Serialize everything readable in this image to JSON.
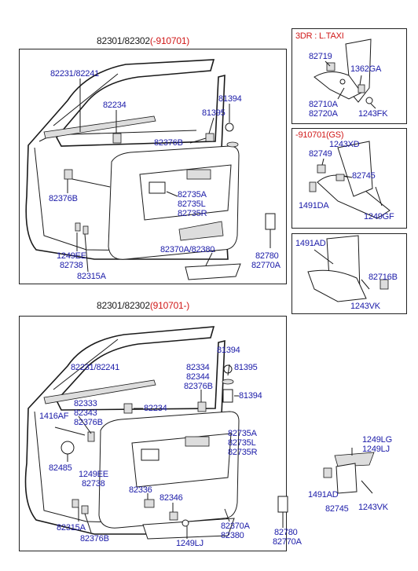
{
  "panel_top": {
    "title_part": "82301/82302",
    "title_note": "(-910701)",
    "labels": {
      "weatherstrip": "82231/82241",
      "clip_a": "82234",
      "fastener_a": "81394",
      "fastener_b": "81395",
      "clip_b": "82376B",
      "clip_c": "82376B",
      "trim_1": "82735A",
      "trim_2": "82735L",
      "trim_3": "82735R",
      "screw_1": "1249EE",
      "screw_2": "82738",
      "screw_3": "82315A",
      "pocket": "82370A/82380",
      "grip_1": "82780",
      "grip_2": "82770A"
    }
  },
  "panel_taxi": {
    "title": "3DR : L.TAXI",
    "labels": {
      "a": "82719",
      "b": "1362GA",
      "c": "82710A",
      "d": "82720A",
      "e": "1243FK"
    }
  },
  "panel_gs": {
    "title": "-910701(GS)",
    "labels": {
      "a": "1243XD",
      "b": "82749",
      "c": "82745",
      "d": "1491DA",
      "e": "1249GF"
    }
  },
  "panel_small": {
    "labels": {
      "a": "1491AD",
      "b": "82716B",
      "c": "1243VK"
    }
  },
  "panel_bottom": {
    "title_part": "82301/82302",
    "title_note": "(910701-)",
    "labels": {
      "weatherstrip": "82231/82241",
      "clip_1": "82334",
      "clip_2": "82344",
      "clip_3": "82376B",
      "fastener_a": "81394",
      "fastener_b": "81395",
      "fastener_c": "81394",
      "bolt": "1416AF",
      "clip_4": "82333",
      "clip_5": "82343",
      "clip_6": "82376B",
      "clip_7": "82234",
      "trim_1": "82735A",
      "trim_2": "82735L",
      "trim_3": "82735R",
      "speaker": "82485",
      "screw_1": "1249EE",
      "screw_2": "82738",
      "clip_8": "82336",
      "clip_9": "82346",
      "screw_3": "82315A",
      "clip_10": "82376B",
      "screw_4": "1249LJ",
      "pocket_1": "82370A",
      "pocket_2": "82380",
      "grip_1": "82780",
      "grip_2": "82770A",
      "arm_1": "1249LG",
      "arm_2": "1249LJ",
      "arm_3": "1491AD",
      "arm_4": "82745",
      "arm_5": "1243VK"
    }
  }
}
